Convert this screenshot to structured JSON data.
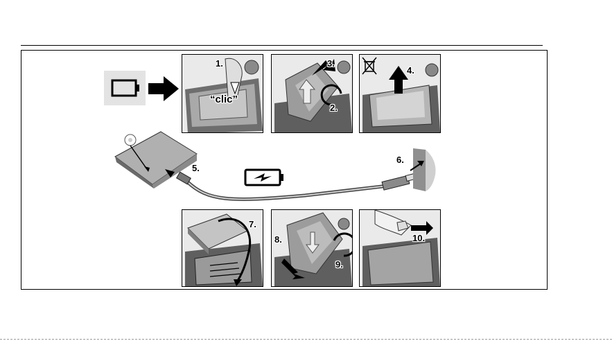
{
  "steps": {
    "s1": "1.",
    "s2": "2.",
    "s3": "3.",
    "s4": "4.",
    "s5": "5.",
    "s6": "6.",
    "s7": "7.",
    "s8": "8.",
    "s9": "9.",
    "s10": "10."
  },
  "clic_label": "“clic”",
  "icons": {
    "low_battery": "battery-empty-icon",
    "charging": "battery-charging-icon",
    "disposal": "crossed-bin-icon",
    "indicator": "charging-light-icon"
  }
}
